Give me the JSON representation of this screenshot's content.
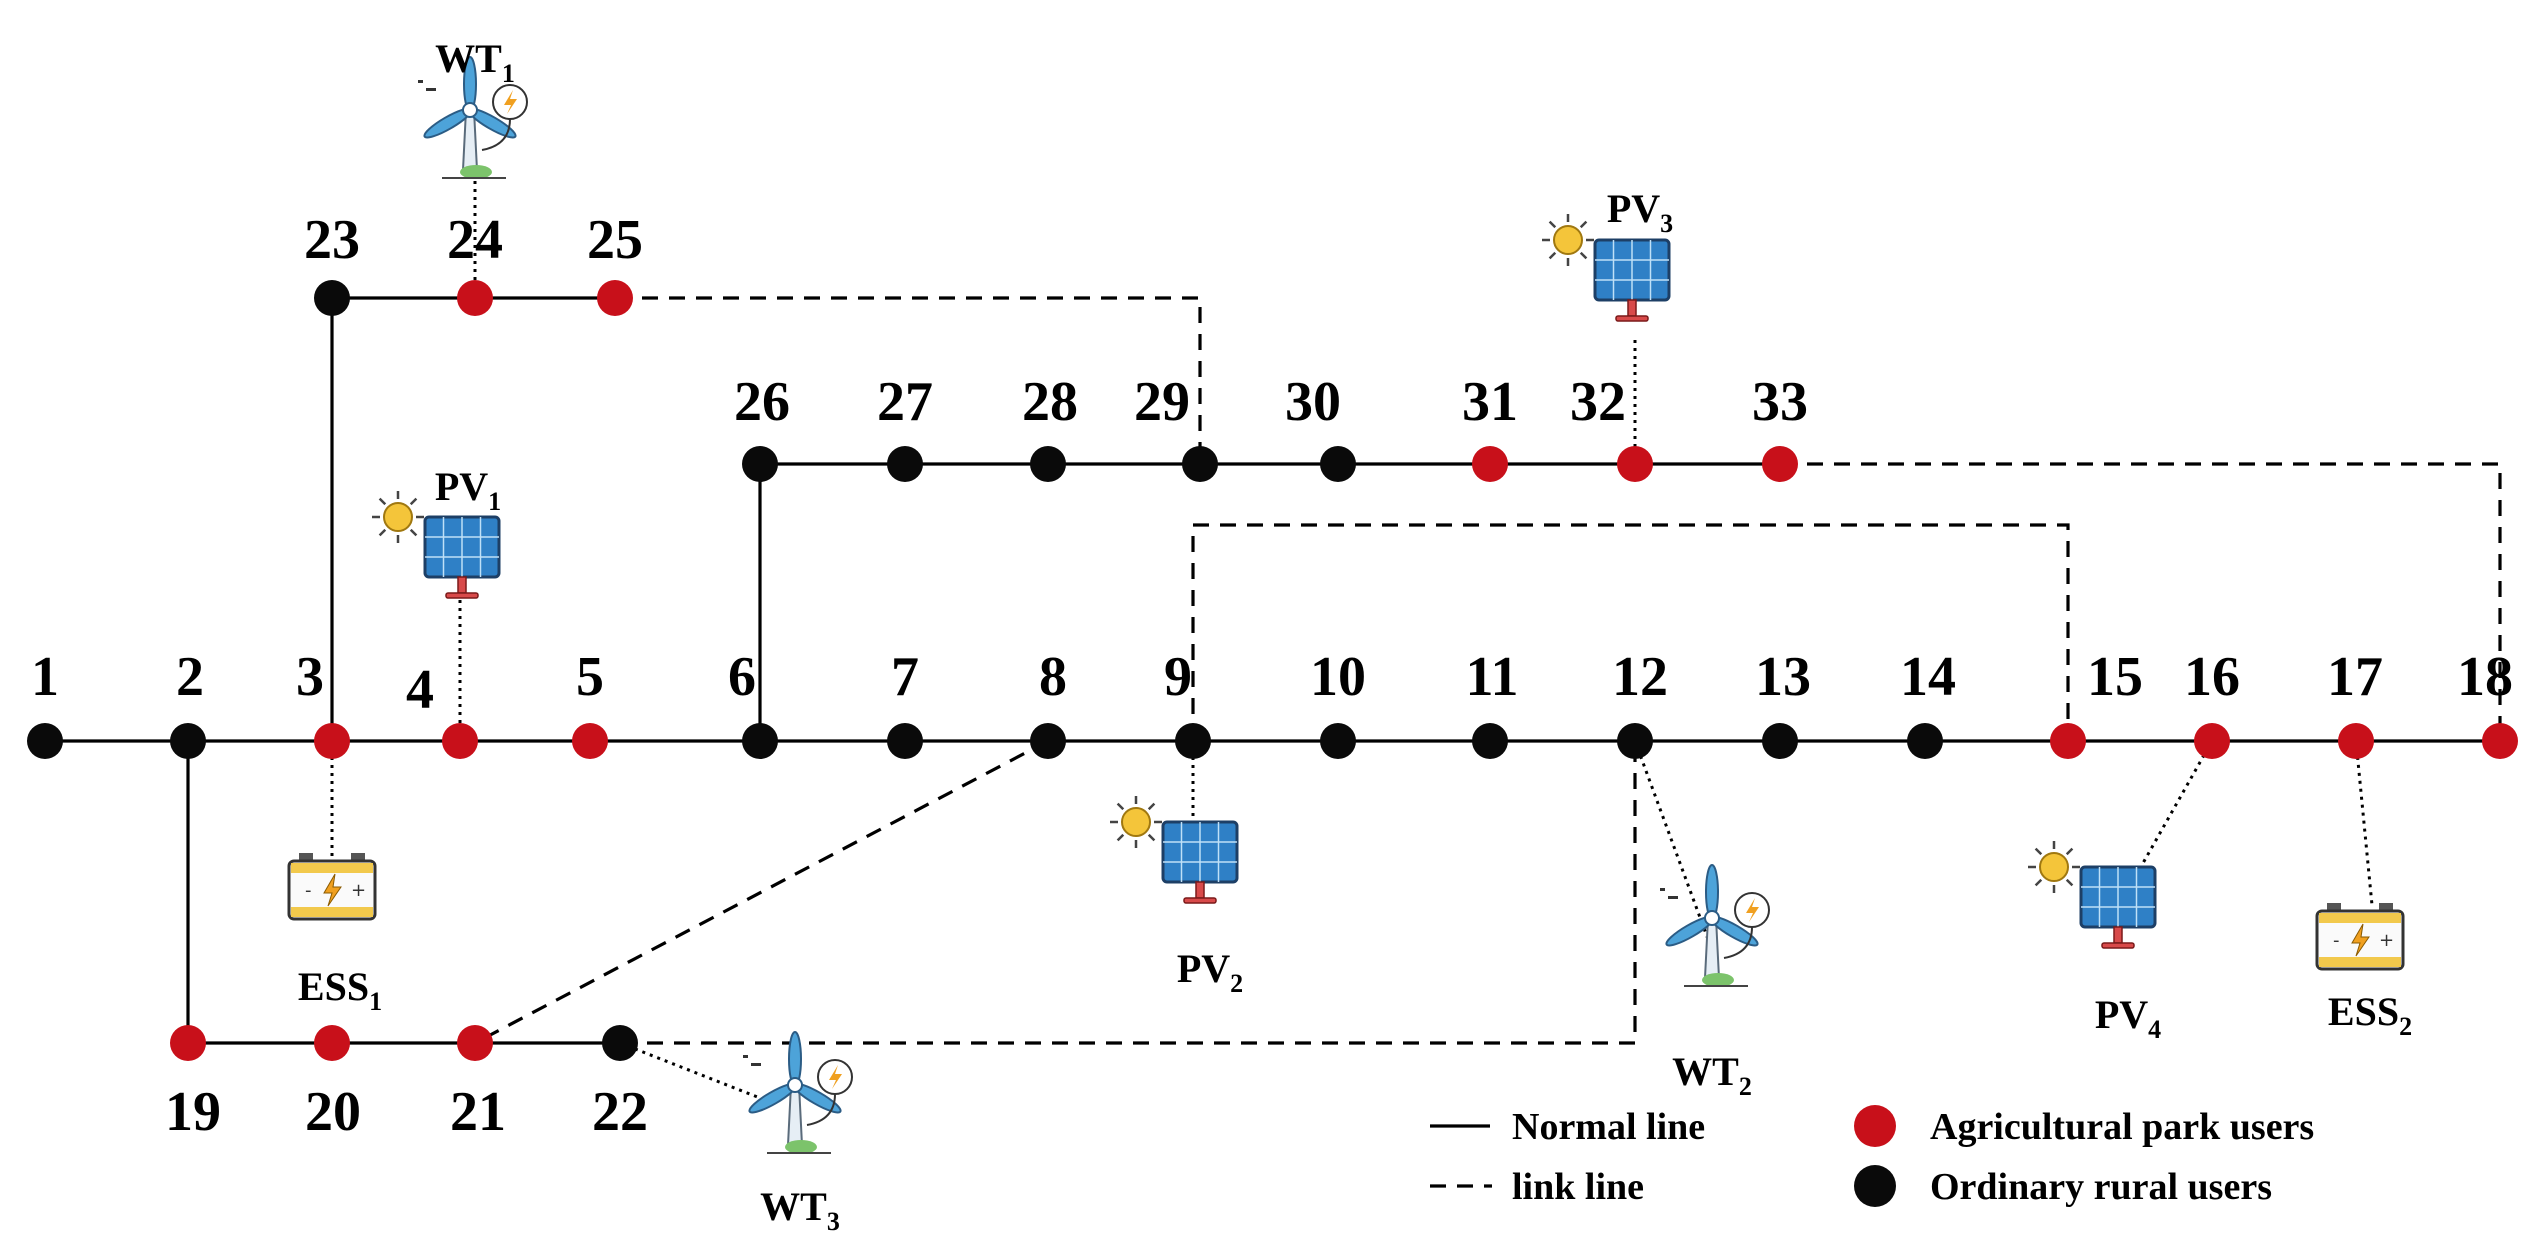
{
  "nodes": [
    {
      "id": "1",
      "label": "1",
      "type": "ordinary"
    },
    {
      "id": "2",
      "label": "2",
      "type": "ordinary"
    },
    {
      "id": "3",
      "label": "3",
      "type": "agricultural"
    },
    {
      "id": "4",
      "label": "4",
      "type": "agricultural"
    },
    {
      "id": "5",
      "label": "5",
      "type": "agricultural"
    },
    {
      "id": "6",
      "label": "6",
      "type": "ordinary"
    },
    {
      "id": "7",
      "label": "7",
      "type": "ordinary"
    },
    {
      "id": "8",
      "label": "8",
      "type": "ordinary"
    },
    {
      "id": "9",
      "label": "9",
      "type": "ordinary"
    },
    {
      "id": "10",
      "label": "10",
      "type": "ordinary"
    },
    {
      "id": "11",
      "label": "11",
      "type": "ordinary"
    },
    {
      "id": "12",
      "label": "12",
      "type": "ordinary"
    },
    {
      "id": "13",
      "label": "13",
      "type": "ordinary"
    },
    {
      "id": "14",
      "label": "14",
      "type": "ordinary"
    },
    {
      "id": "15",
      "label": "15",
      "type": "agricultural"
    },
    {
      "id": "16",
      "label": "16",
      "type": "agricultural"
    },
    {
      "id": "17",
      "label": "17",
      "type": "agricultural"
    },
    {
      "id": "18",
      "label": "18",
      "type": "agricultural"
    },
    {
      "id": "19",
      "label": "19",
      "type": "agricultural"
    },
    {
      "id": "20",
      "label": "20",
      "type": "agricultural"
    },
    {
      "id": "21",
      "label": "21",
      "type": "agricultural"
    },
    {
      "id": "22",
      "label": "22",
      "type": "ordinary"
    },
    {
      "id": "23",
      "label": "23",
      "type": "ordinary"
    },
    {
      "id": "24",
      "label": "24",
      "type": "agricultural"
    },
    {
      "id": "25",
      "label": "25",
      "type": "agricultural"
    },
    {
      "id": "26",
      "label": "26",
      "type": "ordinary"
    },
    {
      "id": "27",
      "label": "27",
      "type": "ordinary"
    },
    {
      "id": "28",
      "label": "28",
      "type": "ordinary"
    },
    {
      "id": "29",
      "label": "29",
      "type": "ordinary"
    },
    {
      "id": "30",
      "label": "30",
      "type": "ordinary"
    },
    {
      "id": "31",
      "label": "31",
      "type": "agricultural"
    },
    {
      "id": "32",
      "label": "32",
      "type": "agricultural"
    },
    {
      "id": "33",
      "label": "33",
      "type": "agricultural"
    }
  ],
  "normal_lines": [
    [
      "1",
      "2"
    ],
    [
      "2",
      "3"
    ],
    [
      "3",
      "4"
    ],
    [
      "4",
      "5"
    ],
    [
      "5",
      "6"
    ],
    [
      "6",
      "7"
    ],
    [
      "7",
      "8"
    ],
    [
      "8",
      "9"
    ],
    [
      "9",
      "10"
    ],
    [
      "10",
      "11"
    ],
    [
      "11",
      "12"
    ],
    [
      "12",
      "13"
    ],
    [
      "13",
      "14"
    ],
    [
      "14",
      "15"
    ],
    [
      "15",
      "16"
    ],
    [
      "16",
      "17"
    ],
    [
      "17",
      "18"
    ],
    [
      "2",
      "19"
    ],
    [
      "19",
      "20"
    ],
    [
      "20",
      "21"
    ],
    [
      "21",
      "22"
    ],
    [
      "3",
      "23"
    ],
    [
      "23",
      "24"
    ],
    [
      "24",
      "25"
    ],
    [
      "6",
      "26"
    ],
    [
      "26",
      "27"
    ],
    [
      "27",
      "28"
    ],
    [
      "28",
      "29"
    ],
    [
      "29",
      "30"
    ],
    [
      "30",
      "31"
    ],
    [
      "31",
      "32"
    ],
    [
      "32",
      "33"
    ]
  ],
  "link_lines": [
    [
      "25",
      "29"
    ],
    [
      "8",
      "21"
    ],
    [
      "12",
      "22"
    ],
    [
      "9",
      "15"
    ],
    [
      "33",
      "18"
    ]
  ],
  "devices": [
    {
      "id": "WT1",
      "kind": "wind-turbine",
      "name": "WT",
      "sub": "1",
      "bus": "24"
    },
    {
      "id": "WT2",
      "kind": "wind-turbine",
      "name": "WT",
      "sub": "2",
      "bus": "12"
    },
    {
      "id": "WT3",
      "kind": "wind-turbine",
      "name": "WT",
      "sub": "3",
      "bus": "22"
    },
    {
      "id": "PV1",
      "kind": "solar-panel",
      "name": "PV",
      "sub": "1",
      "bus": "4"
    },
    {
      "id": "PV2",
      "kind": "solar-panel",
      "name": "PV",
      "sub": "2",
      "bus": "9"
    },
    {
      "id": "PV3",
      "kind": "solar-panel",
      "name": "PV",
      "sub": "3",
      "bus": "32"
    },
    {
      "id": "PV4",
      "kind": "solar-panel",
      "name": "PV",
      "sub": "4",
      "bus": "16"
    },
    {
      "id": "ESS1",
      "kind": "battery",
      "name": "ESS",
      "sub": "1",
      "bus": "3"
    },
    {
      "id": "ESS2",
      "kind": "battery",
      "name": "ESS",
      "sub": "2",
      "bus": "17"
    }
  ],
  "legend": {
    "normal_line": "Normal line",
    "link_line": "link line",
    "agricultural": "Agricultural park users",
    "ordinary": "Ordinary rural users"
  },
  "colors": {
    "agricultural": "#c8101a",
    "ordinary": "#0a0a0a",
    "line": "#000000",
    "panel": "#2f80c6",
    "panel_stand": "#d84a4a",
    "sun": "#f4c53a",
    "battery": "#f2c94c",
    "turbine": "#4da3d9",
    "grass": "#7cc36b"
  }
}
